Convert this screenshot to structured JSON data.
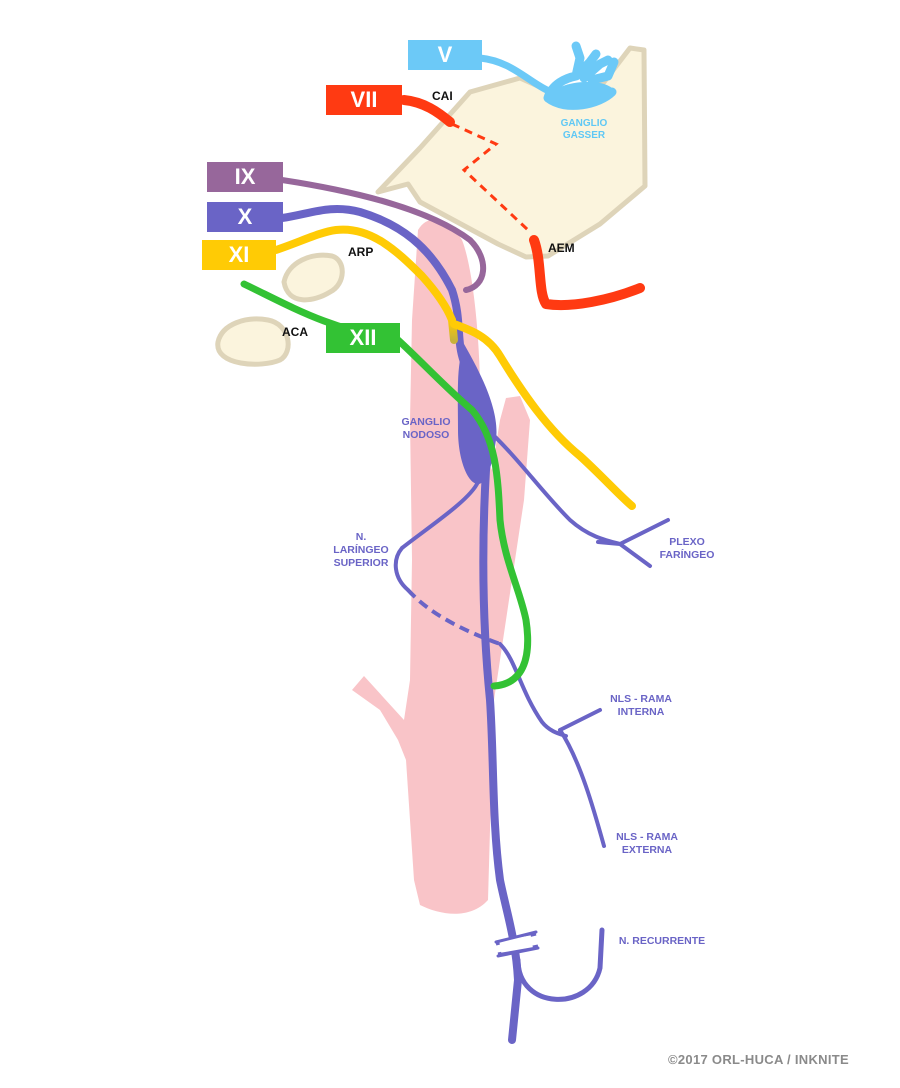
{
  "colors": {
    "V": "#6cc9f7",
    "VII": "#ff3a12",
    "IX": "#97679b",
    "X": "#6a64c6",
    "XI": "#ffcb05",
    "XII": "#33c234",
    "bone": "#fbf4dd",
    "bone_outline": "#ded4b9",
    "artery": "#f9c4c8"
  },
  "nerves": {
    "V": "V",
    "VII": "VII",
    "IX": "IX",
    "X": "X",
    "XI": "XI",
    "XII": "XII"
  },
  "structures": {
    "cai": "CAI",
    "aem": "AEM",
    "arp": "ARP",
    "aca": "ACA"
  },
  "annotations": {
    "ganglio_gasser": "GANGLIO\nGASSER",
    "ganglio_nodoso": "GANGLIO\nNODOSO",
    "laringeo_superior": "N.\nLARÍNGEO\nSUPERIOR",
    "plexo_faringeo": "PLEXO\nFARÍNGEO",
    "nls_interna": "NLS - RAMA\nINTERNA",
    "nls_externa": "NLS - RAMA\nEXTERNA",
    "recurrente": "N. RECURRENTE"
  },
  "credit": "©2017 ORL-HUCA / INKNITE"
}
